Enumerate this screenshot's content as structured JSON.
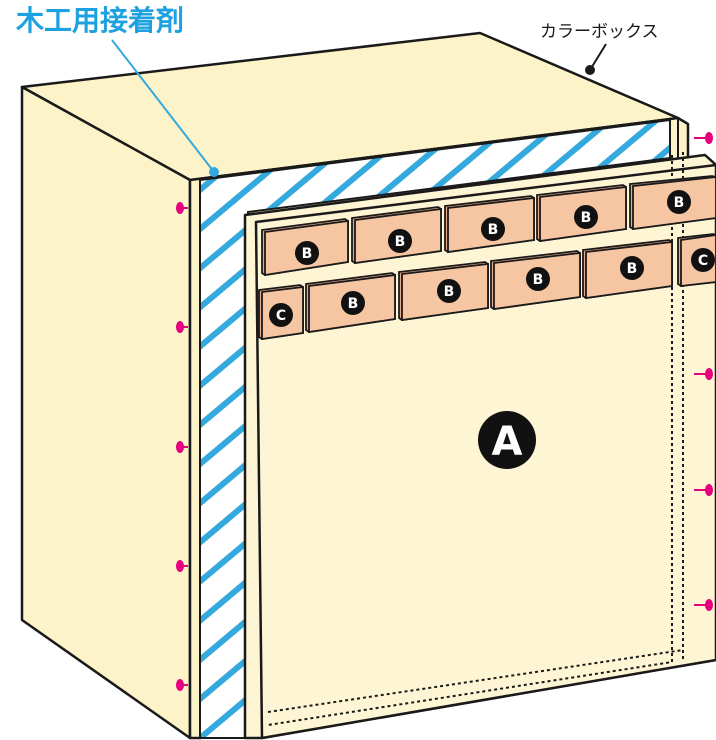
{
  "labels": {
    "glue": "木工用接着剤",
    "box": "カラーボックス"
  },
  "parts": {
    "panel": "A",
    "brick": "B",
    "brick_cut": "C"
  },
  "colors": {
    "box_fill": "#fdf3c8",
    "panel_fill": "#fef5d4",
    "brick_fill": "#f6c6a3",
    "brick_side": "#e9a986",
    "glue_line": "#34a9dd",
    "glue_label": "#1ea1e0",
    "pin": "#e6007e",
    "outline": "#1a1a1a"
  }
}
